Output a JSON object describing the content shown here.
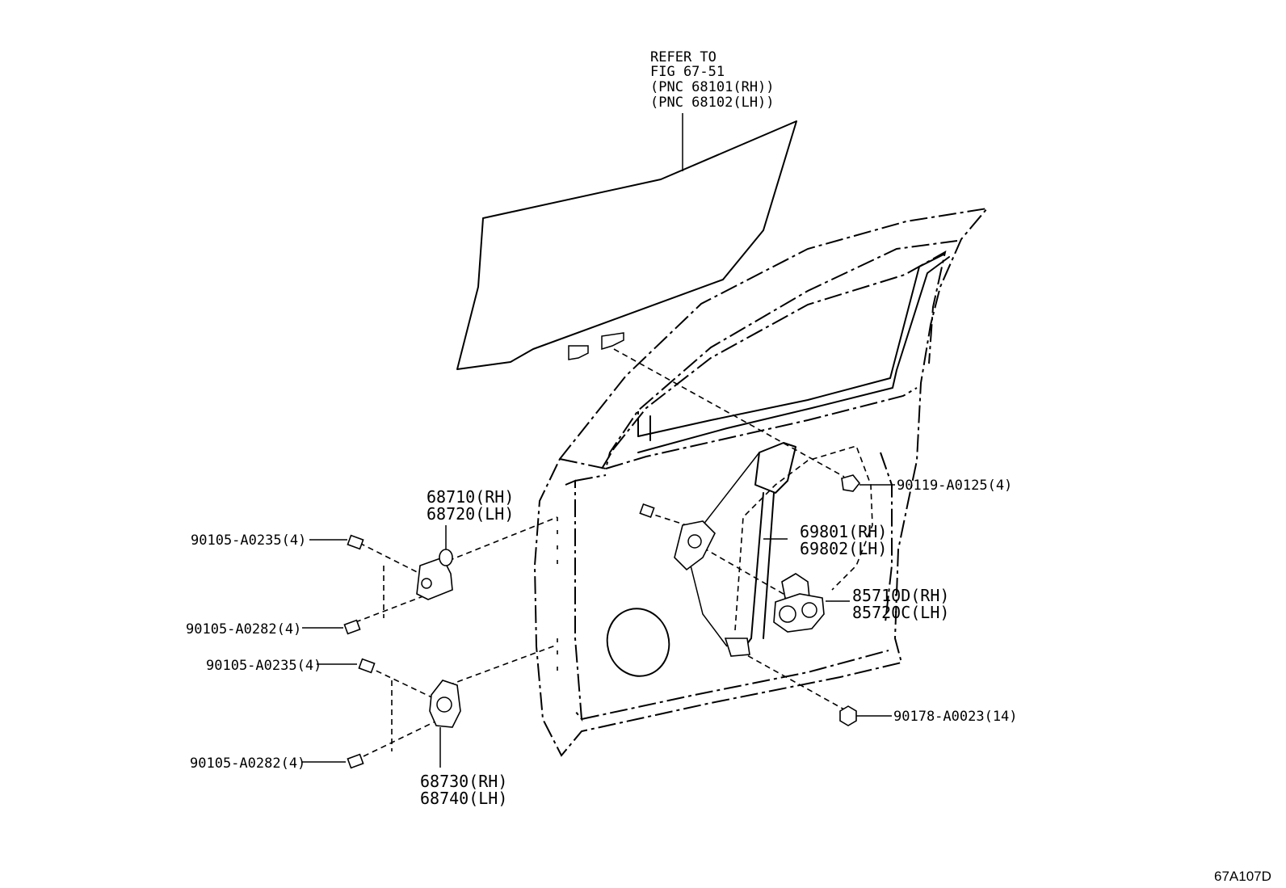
{
  "refer_note": {
    "line1": "REFER TO",
    "line2": "FIG 67-51",
    "line3": "(PNC 68101(RH))",
    "line4": "(PNC 68102(LH))"
  },
  "parts": {
    "hinge_upper": {
      "rh": "68710(RH)",
      "lh": "68720(LH)"
    },
    "hinge_lower": {
      "rh": "68730(RH)",
      "lh": "68740(LH)"
    },
    "regulator": {
      "rh": "69801(RH)",
      "lh": "69802(LH)"
    },
    "motor": {
      "rh": "85710D(RH)",
      "lh": "85720C(LH)"
    },
    "bolt_upper_a": "90105-A0235(4)",
    "bolt_upper_b": "90105-A0282(4)",
    "bolt_lower_a": "90105-A0235(4)",
    "bolt_lower_b": "90105-A0282(4)",
    "bolt_glass": "90119-A0125(4)",
    "nut_regulator": "90178-A0023(14)"
  },
  "figure_code": "67A107D"
}
